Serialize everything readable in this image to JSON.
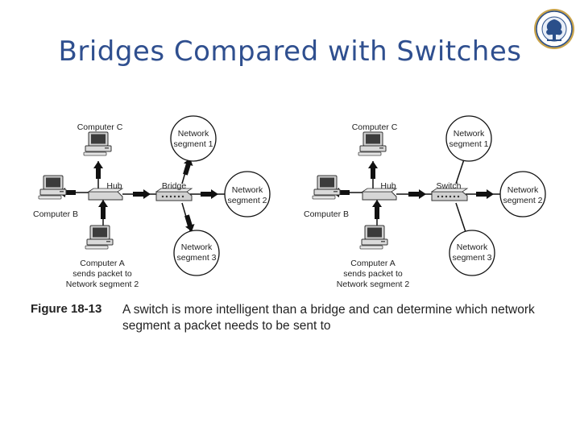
{
  "slide": {
    "title": "Bridges Compared with  Switches"
  },
  "logo": {
    "name": "university-seal"
  },
  "figure": {
    "number": "Figure 18-13",
    "caption": "A switch is more intelligent than a bridge and can determine which network segment a packet needs to be sent to",
    "left": {
      "computer_c": "Computer C",
      "computer_b": "Computer B",
      "computer_a": [
        "Computer A",
        "sends packet to",
        "Network segment 2"
      ],
      "hub": "Hub",
      "device": "Bridge",
      "segment1": [
        "Network",
        "segment 1"
      ],
      "segment2": [
        "Network",
        "segment 2"
      ],
      "segment3": [
        "Network",
        "segment 3"
      ]
    },
    "right": {
      "computer_c": "Computer C",
      "computer_b": "Computer B",
      "computer_a": [
        "Computer A",
        "sends packet to",
        "Network segment 2"
      ],
      "hub": "Hub",
      "device": "Switch",
      "segment1": [
        "Network",
        "segment 1"
      ],
      "segment2": [
        "Network",
        "segment 2"
      ],
      "segment3": [
        "Network",
        "segment 3"
      ]
    }
  },
  "colors": {
    "title": "#2f4f8f",
    "line": "#111111",
    "seal": "#2a4f8a",
    "seal_ring": "#c9a34a"
  }
}
